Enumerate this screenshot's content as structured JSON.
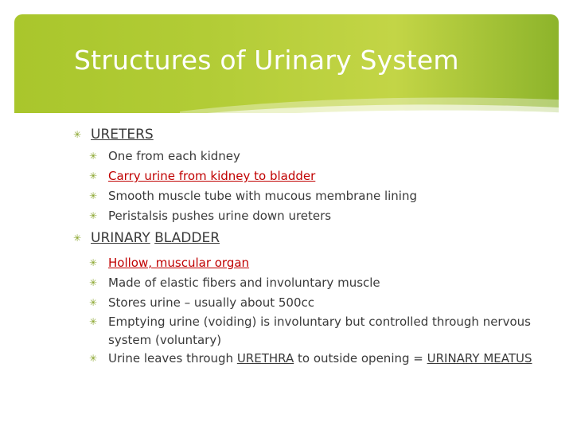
{
  "slide": {
    "title": "Structures of Urinary System",
    "bullet_glyph": "✳",
    "accent_color": "#a9c62c"
  },
  "ureters": {
    "heading": "URETERS",
    "items": [
      "One from each kidney",
      "Carry urine from kidney to bladder",
      "Smooth muscle tube with mucous membrane lining",
      "Peristalsis pushes urine down ureters"
    ]
  },
  "bladder": {
    "heading_word1": "URINARY",
    "heading_word2": "BLADDER",
    "items": [
      "Hollow, muscular organ",
      "Made of elastic fibers and involuntary muscle",
      "Stores urine – usually about 500cc",
      "Emptying urine (voiding) is involuntary but controlled through nervous system (voluntary)"
    ],
    "urethra_pre": "Urine leaves through ",
    "urethra_word": "URETHRA",
    "urethra_post": " to outside opening = ",
    "meatus": "URINARY MEATUS"
  }
}
